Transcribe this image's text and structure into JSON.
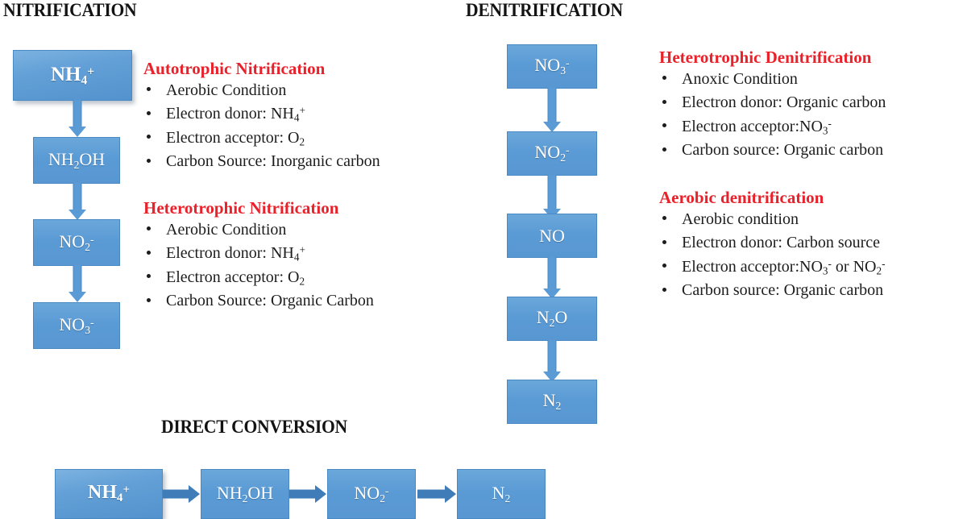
{
  "diagram": {
    "title_nitrification": "NITRIFICATION",
    "title_denitrification": "DENITRIFICATION",
    "title_direct_conversion": "DIRECT CONVERSION",
    "colors": {
      "box_fill": "#5b9bd5",
      "box_border": "#4a8ac4",
      "arrow": "#5b9bd5",
      "arrow_horizontal": "#3f7cb8",
      "heading_red": "#e8212a",
      "text_black": "#1c1c1c",
      "background": "#ffffff"
    }
  },
  "nitrification_flow": {
    "nodes": [
      {
        "id": "nh4",
        "label": "NH4+",
        "base": "NH",
        "sub": "4",
        "sup": "+"
      },
      {
        "id": "nh2oh",
        "label": "NH2OH",
        "base_a": "NH",
        "sub": "2",
        "base_b": "OH"
      },
      {
        "id": "no2",
        "label": "NO2-",
        "base": "NO",
        "sub": "2",
        "sup": "-"
      },
      {
        "id": "no3",
        "label": "NO3-",
        "base": "NO",
        "sub": "3",
        "sup": "-"
      }
    ]
  },
  "denitrification_flow": {
    "nodes": [
      {
        "id": "no3",
        "label": "NO3-",
        "base": "NO",
        "sub": "3",
        "sup": "-"
      },
      {
        "id": "no2",
        "label": "NO2-",
        "base": "NO",
        "sub": "2",
        "sup": "-"
      },
      {
        "id": "no",
        "label": "NO",
        "base": "NO",
        "sub": "",
        "sup": ""
      },
      {
        "id": "n2o",
        "label": "N2O",
        "base_a": "N",
        "sub": "2",
        "base_b": "O"
      },
      {
        "id": "n2",
        "label": "N2",
        "base": "N",
        "sub": "2",
        "sup": ""
      }
    ]
  },
  "direct_conversion_flow": {
    "nodes": [
      {
        "id": "nh4",
        "label": "NH4+",
        "base": "NH",
        "sub": "4",
        "sup": "+"
      },
      {
        "id": "nh2oh",
        "label": "NH2OH",
        "base_a": "NH",
        "sub": "2",
        "base_b": "OH"
      },
      {
        "id": "no2",
        "label": "NO2-",
        "base": "NO",
        "sub": "2",
        "sup": "-"
      },
      {
        "id": "n2",
        "label": "N2",
        "base": "N",
        "sub": "2",
        "sup": ""
      }
    ]
  },
  "autotrophic_nitrification": {
    "heading": "Autotrophic Nitrification",
    "bullets": [
      {
        "text": "Aerobic Condition"
      },
      {
        "text": "Electron donor:  NH",
        "sub": "4",
        "sup": "+"
      },
      {
        "text": "Electron acceptor: O",
        "sub": "2",
        "sup": ""
      },
      {
        "text": "Carbon Source: Inorganic carbon"
      }
    ]
  },
  "heterotrophic_nitrification": {
    "heading": "Heterotrophic Nitrification",
    "bullets": [
      {
        "text": "Aerobic Condition"
      },
      {
        "text": "Electron donor:  NH",
        "sub": "4",
        "sup": "+"
      },
      {
        "text": "Electron acceptor: O",
        "sub": "2",
        "sup": ""
      },
      {
        "text": "Carbon Source: Organic Carbon"
      }
    ]
  },
  "heterotrophic_denitrification": {
    "heading": "Heterotrophic Denitrification",
    "bullets": [
      {
        "text": "Anoxic Condition"
      },
      {
        "text": "Electron donor:  Organic carbon"
      },
      {
        "text": "Electron acceptor:NO",
        "sub": "3",
        "sup": "-"
      },
      {
        "text": "Carbon source:  Organic carbon"
      }
    ]
  },
  "aerobic_denitrification": {
    "heading": "Aerobic denitrification",
    "bullets": [
      {
        "text": "Aerobic condition"
      },
      {
        "text": "Electron donor:  Carbon source"
      },
      {
        "text": "Electron acceptor:NO",
        "sub": "3",
        "sup": "-",
        "tail": " or NO",
        "sub2": "2",
        "sup2": "-"
      },
      {
        "text": "Carbon source:  Organic carbon"
      }
    ]
  }
}
